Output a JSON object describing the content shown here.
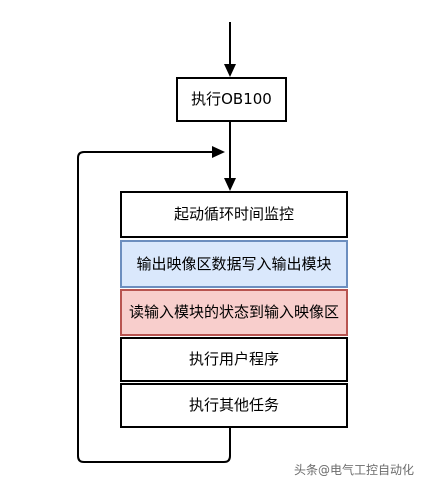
{
  "diagram": {
    "init_block": "执行OB100",
    "cycle_blocks": [
      "起动循环时间监控",
      "输出映像区数据写入输出模块",
      "读输入模块的状态到输入映像区",
      "执行用户程序",
      "执行其他任务"
    ],
    "colors": {
      "line": "#000000",
      "blue_fill": "#dae8fc",
      "blue_border": "#6c8ebf",
      "red_fill": "#f8cecc",
      "red_border": "#b85450"
    }
  },
  "watermark": "头条@电气工控自动化"
}
